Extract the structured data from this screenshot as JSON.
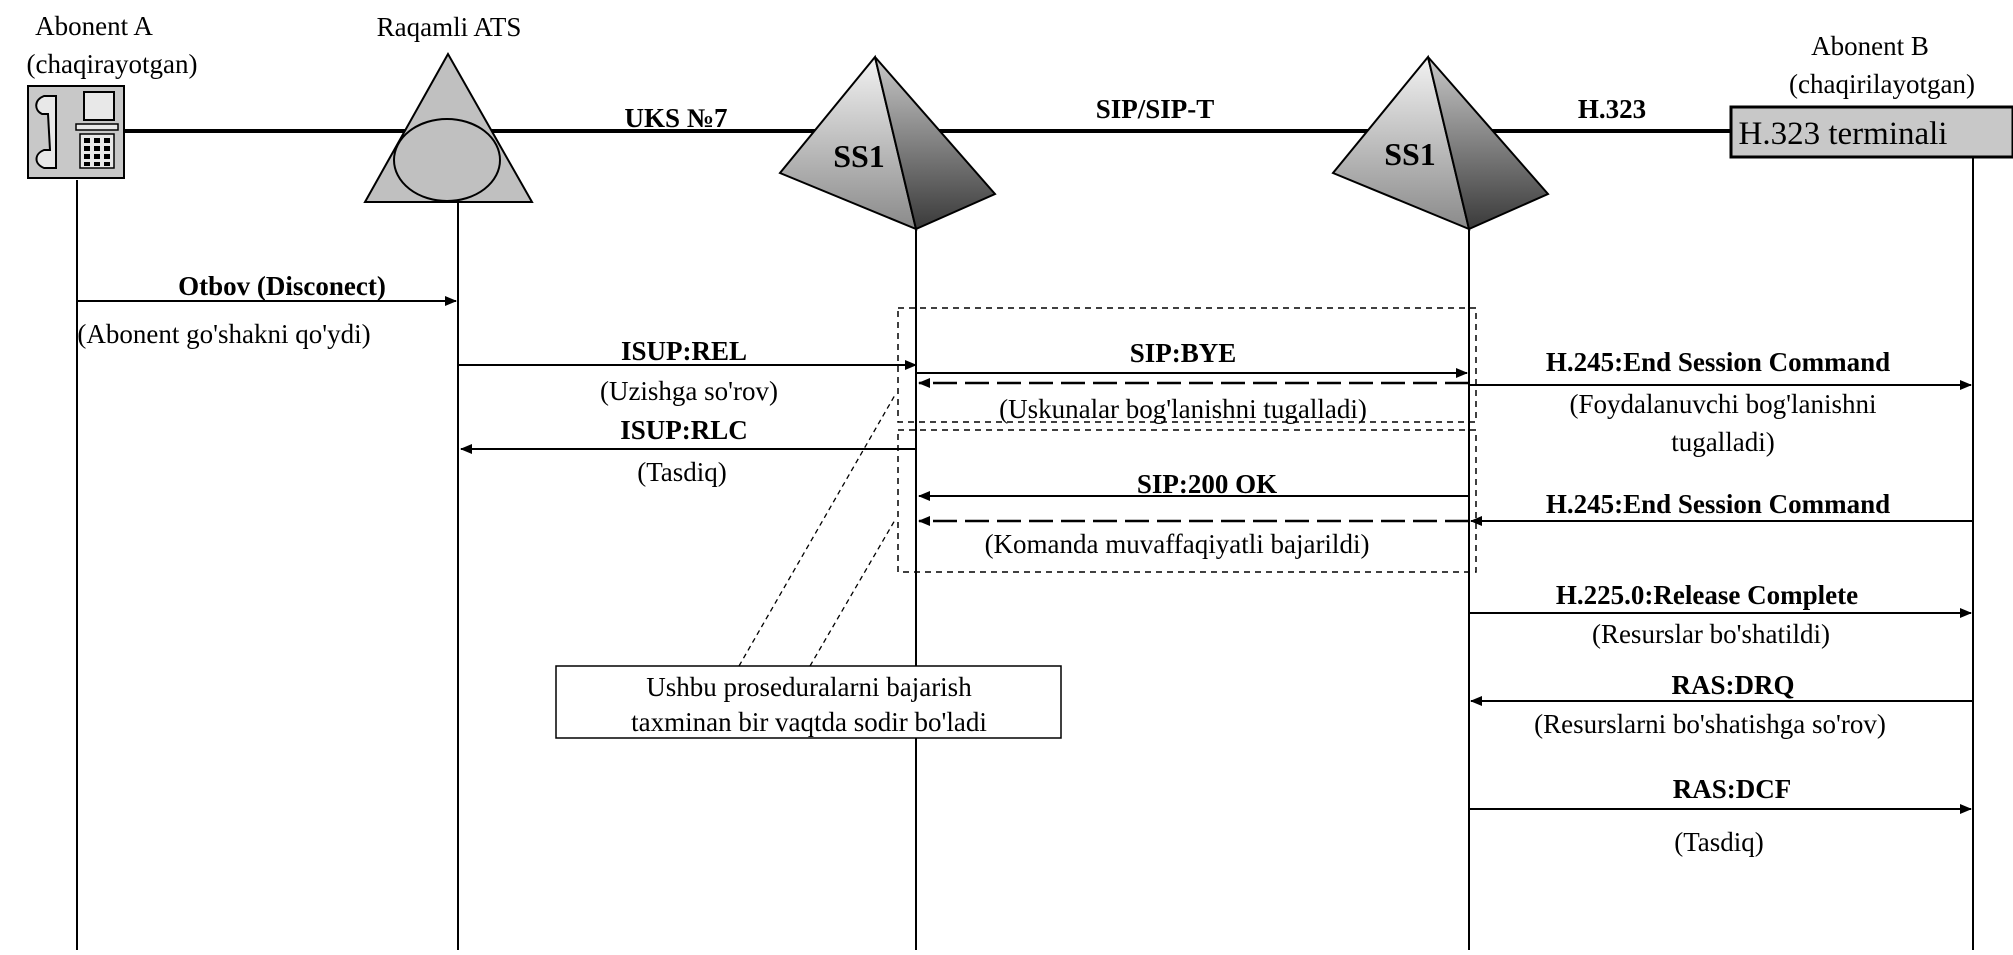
{
  "participants": {
    "a_name": "Abonent A",
    "a_role": "(chaqirayotgan)",
    "ats_name": "Raqamli ATS",
    "b_name": "Abonent  B",
    "b_role": "(chaqirilayotgan)",
    "ss1_left": "SS1",
    "ss1_right": "SS1",
    "terminal": "H.323 terminali"
  },
  "links": {
    "uks": "UKS №7",
    "sip": "SIP/SIP-T",
    "h323": "H.323"
  },
  "messages": {
    "m1": {
      "label": "Otbov (Disconect)",
      "note": "(Abonent go'shakni qo'ydi)"
    },
    "m2": {
      "label": "ISUP:REL",
      "note": "(Uzishga so'rov)"
    },
    "m3": {
      "label": "ISUP:RLC",
      "note": "(Tasdiq)"
    },
    "m4": {
      "label": "SIP:BYE",
      "note": "(Uskunalar bog'lanishni tugalladi)"
    },
    "m5": {
      "label": "SIP:200 OK",
      "note": "(Komanda muvaffaqiyatli bajarildi)"
    },
    "m6": {
      "label": "H.245:End Session Command",
      "note_line1": "(Foydalanuvchi bog'lanishni",
      "note_line2": "tugalladi)"
    },
    "m7": {
      "label": "H.245:End Session Command"
    },
    "m8": {
      "label": "H.225.0:Release Complete",
      "note": "(Resurslar bo'shatildi)"
    },
    "m9": {
      "label": "RAS:DRQ",
      "note": "(Resurslarni bo'shatishga so'rov)"
    },
    "m10": {
      "label": "RAS:DCF",
      "note": "(Tasdiq)"
    }
  },
  "annotation": {
    "line1": "Ushbu proseduralarni bajarish",
    "line2": "taxminan bir vaqtda sodir bo'ladi"
  },
  "icons": {
    "phone": "telephone-icon",
    "ats": "ats-triangle-icon",
    "softswitch": "softswitch-pyramid-icon"
  }
}
